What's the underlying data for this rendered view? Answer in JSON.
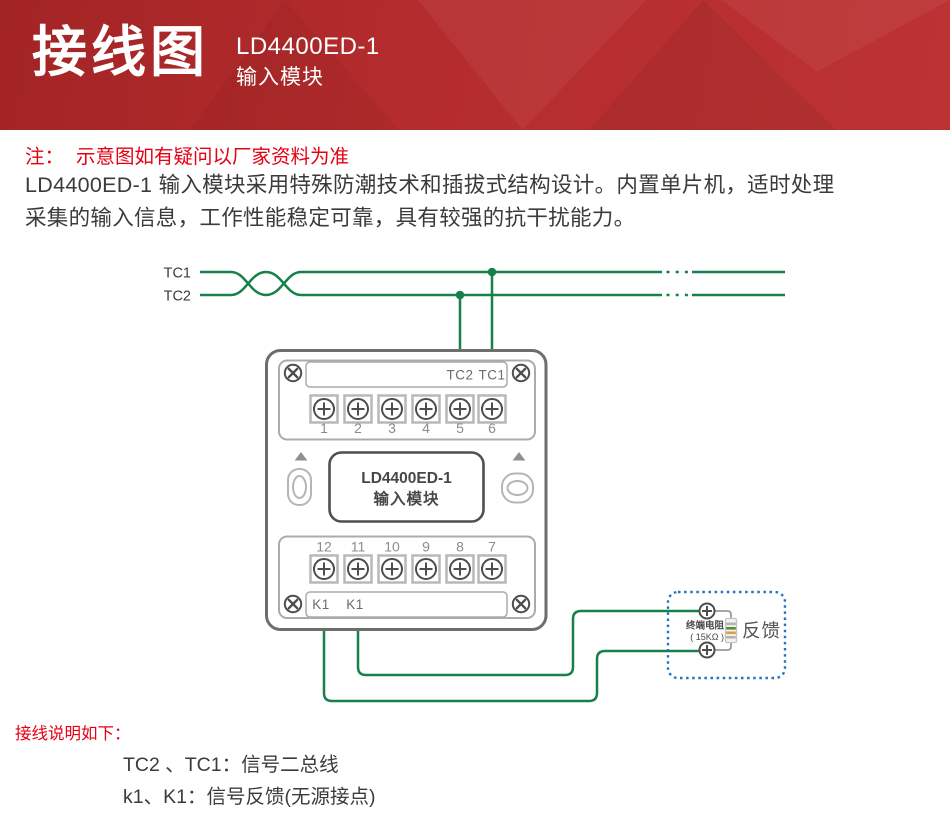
{
  "header": {
    "title": "接线图",
    "model": "LD4400ED-1",
    "subtitle": "输入模块"
  },
  "note": {
    "label": "注：",
    "text": "示意图如有疑问以厂家资料为准"
  },
  "description": "LD4400ED-1 输入模块采用特殊防潮技术和插拔式结构设计。内置单片机，适时处理采集的输入信息，工作性能稳定可靠，具有较强的抗干扰能力。",
  "diagram": {
    "bus": {
      "line1_label": "TC1",
      "line2_label": "TC2"
    },
    "module": {
      "display_line1": "LD4400ED-1",
      "display_line2": "输入模块",
      "top_strip_labels": [
        "TC2",
        "TC1"
      ],
      "top_terminals": [
        "1",
        "2",
        "3",
        "4",
        "5",
        "6"
      ],
      "bottom_terminals": [
        "12",
        "11",
        "10",
        "9",
        "8",
        "7"
      ],
      "bottom_strip_labels": [
        "K1",
        "K1"
      ]
    },
    "feedback": {
      "resistor_name": "终端电阻",
      "resistor_value": "( 15KΩ )",
      "label": "反馈"
    }
  },
  "instructions": {
    "heading": "接线说明如下：",
    "items": [
      "TC2 、TC1：信号二总线",
      "k1、K1：信号反馈(无源接点)"
    ]
  },
  "colors": {
    "wire": "#17814a",
    "feedback_border": "#2273c2",
    "accent_red": "#e60012",
    "header_red": "#b22c2d"
  }
}
